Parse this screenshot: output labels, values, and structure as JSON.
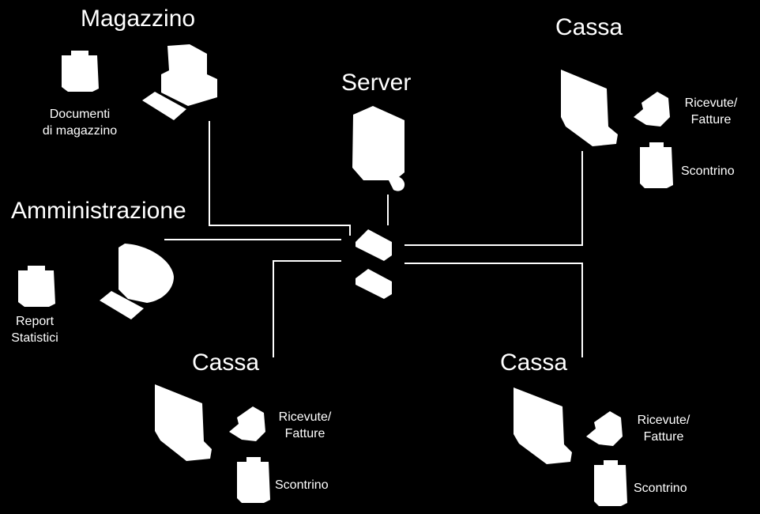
{
  "colors": {
    "background": "#000000",
    "foreground": "#ffffff"
  },
  "nodes": {
    "magazzino": {
      "title": "Magazzino",
      "doc_line1": "Documenti",
      "doc_line2": "di magazzino"
    },
    "server": {
      "title": "Server"
    },
    "amministrazione": {
      "title": "Amministrazione",
      "report_line1": "Report",
      "report_line2": "Statistici"
    },
    "cassa_top": {
      "title": "Cassa",
      "printer_line1": "Ricevute/",
      "printer_line2": "Fatture",
      "scontrino": "Scontrino"
    },
    "cassa_bottom_left": {
      "title": "Cassa",
      "printer_line1": "Ricevute/",
      "printer_line2": "Fatture",
      "scontrino": "Scontrino"
    },
    "cassa_bottom_right": {
      "title": "Cassa",
      "printer_line1": "Ricevute/",
      "printer_line2": "Fatture",
      "scontrino": "Scontrino"
    }
  },
  "icons": [
    "desktop-computer-icon",
    "keyboard-icon",
    "monitor-icon",
    "printer-icon",
    "storage-cylinder-icon",
    "server-icon",
    "network-switch-icon"
  ]
}
